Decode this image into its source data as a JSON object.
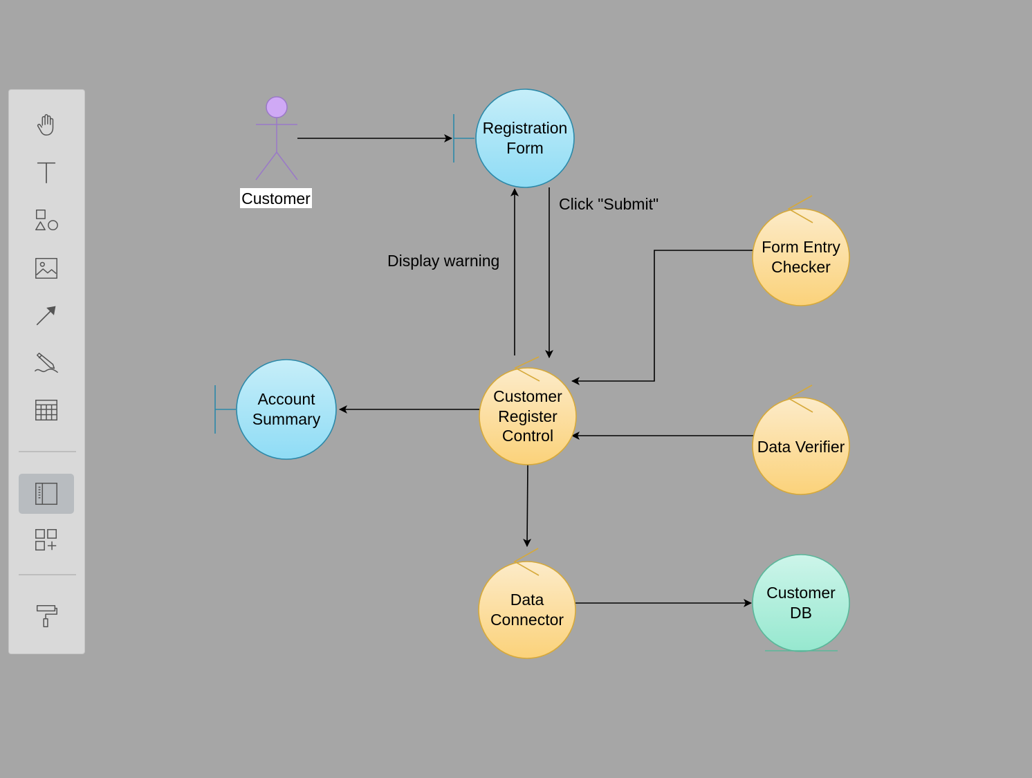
{
  "toolbar": {
    "tools": [
      {
        "name": "hand-tool",
        "icon": "hand-icon"
      },
      {
        "name": "text-tool",
        "icon": "text-icon"
      },
      {
        "name": "shapes-tool",
        "icon": "shapes-icon"
      },
      {
        "name": "image-tool",
        "icon": "image-icon"
      },
      {
        "name": "arrow-tool",
        "icon": "arrow-icon"
      },
      {
        "name": "pen-tool",
        "icon": "pen-icon"
      },
      {
        "name": "table-tool",
        "icon": "table-icon"
      },
      {
        "name": "panel-toggle",
        "icon": "sidebar-panel-icon",
        "active": true
      },
      {
        "name": "add-shapes",
        "icon": "add-shapes-icon"
      },
      {
        "name": "format-painter",
        "icon": "paint-roller-icon"
      }
    ]
  },
  "colors": {
    "canvas": "#a6a6a6",
    "boundary_fill": "#a2e3f7",
    "boundary_stroke": "#2b88a8",
    "control_fill": "#fbd98b",
    "control_stroke": "#d6a93a",
    "entity_fill": "#a6ecd8",
    "entity_stroke": "#5ab79a",
    "actor": "#c59ff0"
  },
  "diagram": {
    "actor": {
      "label": "Customer"
    },
    "nodes": {
      "registration_form": {
        "type": "boundary",
        "lines": [
          "Registration",
          "Form"
        ]
      },
      "account_summary": {
        "type": "boundary",
        "lines": [
          "Account",
          "Summary"
        ]
      },
      "customer_register_control": {
        "type": "control",
        "lines": [
          "Customer",
          "Register",
          "Control"
        ]
      },
      "form_entry_checker": {
        "type": "control",
        "lines": [
          "Form Entry",
          "Checker"
        ]
      },
      "data_verifier": {
        "type": "control",
        "lines": [
          "Data Verifier"
        ]
      },
      "data_connector": {
        "type": "control",
        "lines": [
          "Data",
          "Connector"
        ]
      },
      "customer_db": {
        "type": "entity",
        "lines": [
          "Customer",
          "DB"
        ]
      }
    },
    "edge_labels": {
      "submit": "Click \"Submit\"",
      "warning": "Display warning"
    }
  }
}
